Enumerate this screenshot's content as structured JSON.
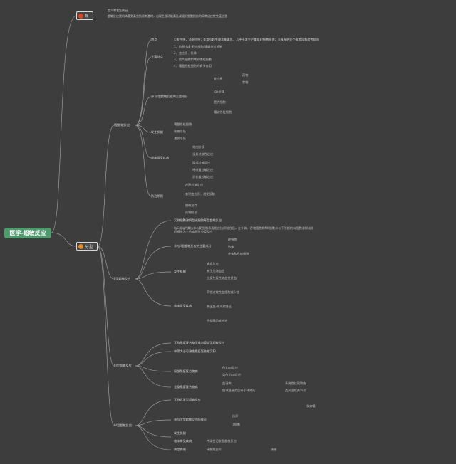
{
  "root": {
    "label": "医学-超敏反应"
  },
  "top": {
    "label": "概",
    "sub1": "定义和发生原因",
    "sub2": "超敏反应是机体受到某些抗原刺激时，出现生理功能紊乱或组织细胞损伤的异常适应性免疫应答"
  },
  "class": {
    "label": "分型"
  },
  "types": [
    {
      "label": "I型超敏反应",
      "items": [
        "特点",
        "主要特点",
        "参与I型超敏反应的主要成分",
        "发生机制",
        "临床常见疾病",
        "防治原则"
      ],
      "details": [
        "①发生快，消退也快；②常引起生理功能紊乱，几乎不发生严重组织细胞损伤；③具有明显个体差异和遗传倾向",
        "1、抗原-IgE-肥大细胞/嗜碱性粒细胞",
        "2、变应原、抗体",
        "3、肥大细胞和嗜碱性粒细胞",
        "4、嗜酸性粒细胞的调节作用",
        "变应原",
        "药物",
        "食物",
        "IgE抗体",
        "肥大细胞",
        "嗜碱性粒细胞",
        "嗜酸性粒细胞",
        "致敏阶段",
        "激发阶段",
        "效应阶段",
        "全身过敏性反应",
        "局部过敏反应",
        "呼吸道过敏反应",
        "消化道过敏反应",
        "皮肤过敏反应",
        "查明变应原，避免接触",
        "脱敏治疗",
        "药物防治",
        "免疫新疗法"
      ]
    },
    {
      "label": "II型超敏反应",
      "items": [
        "又称细胞溶解型或细胞毒型超敏反应",
        "参与II型超敏反应的主要成分",
        "发生机制",
        "临床常见疾病"
      ],
      "details": [
        "IgG或IgM类抗体与靶细胞表面相应抗原结合后，在补体、吞噬细胞和NK细胞参与下引起的以细胞溶解或组织损伤为主的病理性免疫反应",
        "靶细胞",
        "抗体",
        "补体和吞噬细胞",
        "输血反应",
        "新生儿溶血症",
        "自身免疫性溶血性贫血",
        "药物过敏性血细胞减少症",
        "肺出血-肾炎综合征",
        "甲状腺功能亢进"
      ]
    },
    {
      "label": "III型超敏反应",
      "items": [
        "又称免疫复合物型或血管炎型超敏反应",
        "中等大小可溶性免疫复合物沉积",
        "局部免疫复合物病",
        "全身免疫复合物病"
      ],
      "details": [
        "Arthus反应",
        "类Arthus反应",
        "血清病",
        "链球菌感染后肾小球肾炎",
        "系统性红斑狼疮",
        "类风湿性关节炎"
      ]
    },
    {
      "label": "IV型超敏反应",
      "items": [
        "又称迟发型超敏反应",
        "参与IV型超敏反应的成分",
        "发生机制",
        "临床常见疾病",
        "典型病例"
      ],
      "details": [
        "抗原",
        "T细胞",
        "传染性迟发型超敏反应",
        "接触性皮炎",
        "结核",
        "发病慢"
      ]
    }
  ]
}
